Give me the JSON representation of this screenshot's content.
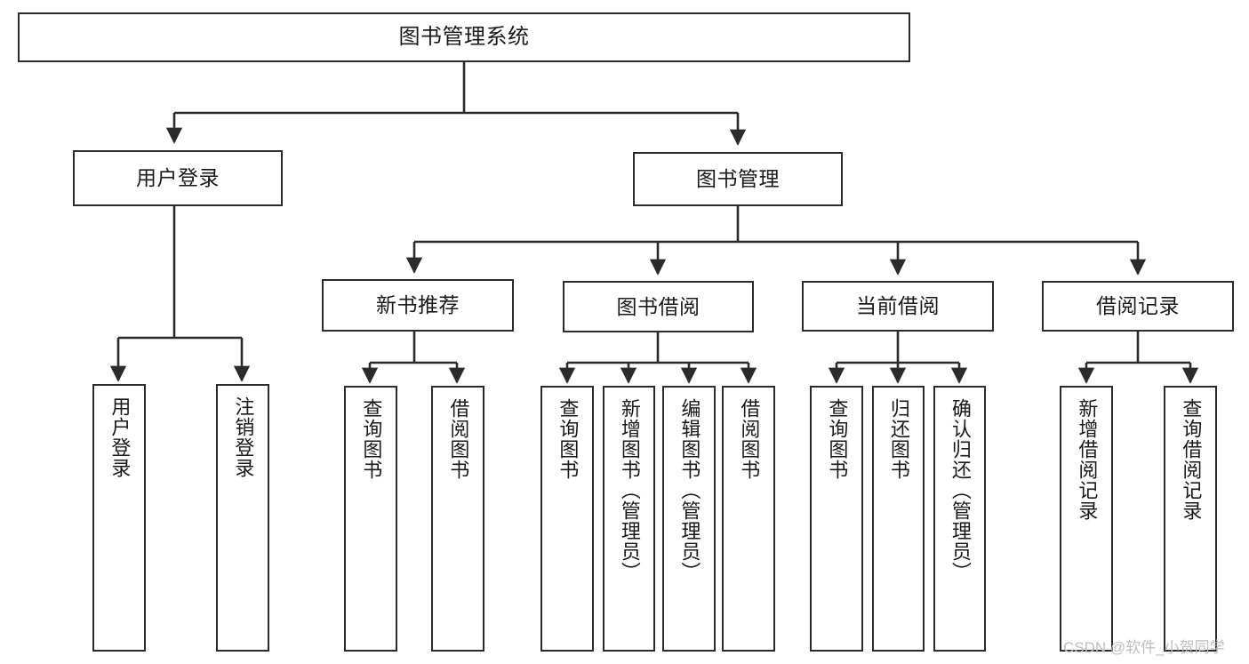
{
  "diagram": {
    "title": "图书管理系统",
    "type": "hierarchy-tree",
    "root": {
      "label": "图书管理系统"
    },
    "level2": [
      {
        "label": "用户登录"
      },
      {
        "label": "图书管理"
      }
    ],
    "level3": [
      {
        "label": "新书推荐"
      },
      {
        "label": "图书借阅"
      },
      {
        "label": "当前借阅"
      },
      {
        "label": "借阅记录"
      }
    ],
    "leaves": {
      "user_login": [
        {
          "label": "用户登录"
        },
        {
          "label": "注销登录"
        }
      ],
      "new_book_recommend": [
        {
          "label": "查询图书"
        },
        {
          "label": "借阅图书"
        }
      ],
      "book_borrow": [
        {
          "label": "查询图书"
        },
        {
          "label": "新增图书（管理员）"
        },
        {
          "label": "编辑图书（管理员）"
        },
        {
          "label": "借阅图书"
        }
      ],
      "current_borrow": [
        {
          "label": "查询图书"
        },
        {
          "label": "归还图书"
        },
        {
          "label": "确认归还（管理员）"
        }
      ],
      "borrow_record": [
        {
          "label": "新增借阅记录"
        },
        {
          "label": "查询借阅记录"
        }
      ]
    }
  },
  "watermark": {
    "text": "CSDN @软件_小贺同学"
  },
  "colors": {
    "stroke": "#2b2b2b",
    "fill": "#ffffff",
    "text": "#1a1a1a",
    "watermark": "#bdbdbd"
  }
}
